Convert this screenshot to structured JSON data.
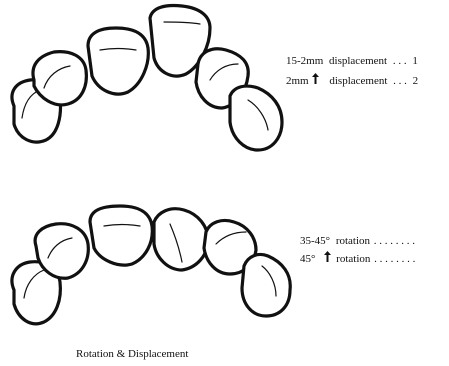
{
  "figure": {
    "top_arch": {
      "legend": [
        {
          "value": "15-2mm",
          "text": "displacement",
          "dots": ". . .",
          "code": "1"
        },
        {
          "value": "2mm",
          "text": "displacement",
          "dots": ". . .",
          "code": "2"
        }
      ]
    },
    "bottom_arch": {
      "legend": [
        {
          "value": "35-45°",
          "text": "rotation",
          "dots": ". . . . . . . ."
        },
        {
          "value": "45°",
          "text": "rotation",
          "dots": ". . . . . . . ."
        }
      ]
    },
    "caption": "Rotation & Displacement",
    "colors": {
      "ink": "#111111",
      "paper": "#ffffff"
    },
    "icons": {
      "increase_marker": "up-arrow-icon"
    }
  }
}
